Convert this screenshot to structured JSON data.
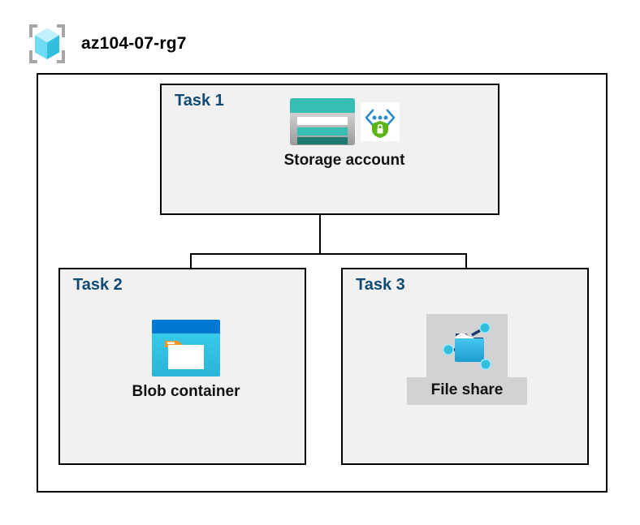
{
  "diagram": {
    "resource_group": {
      "name": "az104-07-rg7",
      "icon": "resource-group-icon"
    },
    "tasks": [
      {
        "id": "task1",
        "label": "Task 1",
        "resource": {
          "label": "Storage account",
          "icons": [
            "storage-account-icon",
            "private-endpoint-icon"
          ]
        }
      },
      {
        "id": "task2",
        "label": "Task 2",
        "resource": {
          "label": "Blob container",
          "icons": [
            "blob-container-icon"
          ]
        }
      },
      {
        "id": "task3",
        "label": "Task 3",
        "resource": {
          "label": "File share",
          "icons": [
            "file-share-icon"
          ]
        }
      }
    ],
    "connections": [
      {
        "from": "Storage account",
        "to": "Blob container"
      },
      {
        "from": "Storage account",
        "to": "File share"
      }
    ],
    "colors": {
      "task_label": "#114a72",
      "panel_background": "#f1f1f1",
      "page_background": "#ffffff",
      "border": "#000000",
      "fileshare_plate": "#d2d2d2",
      "storage_teal": "#37bfb3",
      "storage_teal_dark": "#1f7a72",
      "blob_blue": "#0078d4",
      "blob_cyan": "#32bedd",
      "blob_orange": "#f7931e",
      "shield_green": "#5cb516",
      "endpoint_blue": "#2e8bc8",
      "cube_cyan": "#9fe8fb"
    }
  }
}
